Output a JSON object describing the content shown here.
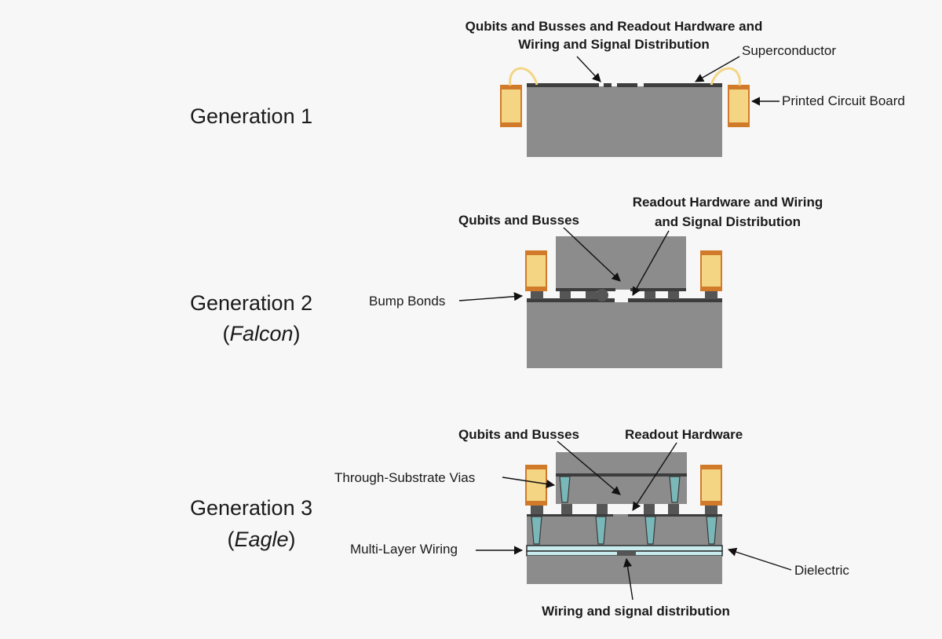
{
  "generations": {
    "g1": {
      "title": "Generation 1"
    },
    "g2": {
      "title": "Generation 2",
      "codename": "Falcon"
    },
    "g3": {
      "title": "Generation 3",
      "codename": "Eagle"
    }
  },
  "labels": {
    "g1_top_line1": "Qubits and Busses and Readout Hardware and",
    "g1_top_line2": "Wiring and Signal Distribution",
    "superconductor": "Superconductor",
    "pcb": "Printed Circuit Board",
    "g2_qubits": "Qubits and Busses",
    "g2_readout_line1": "Readout Hardware and Wiring",
    "g2_readout_line2": "and Signal Distribution",
    "bump_bonds": "Bump Bonds",
    "g3_qubits": "Qubits and Busses",
    "g3_readout": "Readout Hardware",
    "through_vias": "Through-Substrate Vias",
    "multi_layer": "Multi-Layer Wiring",
    "dielectric": "Dielectric",
    "wiring_signal": "Wiring and signal distribution"
  }
}
